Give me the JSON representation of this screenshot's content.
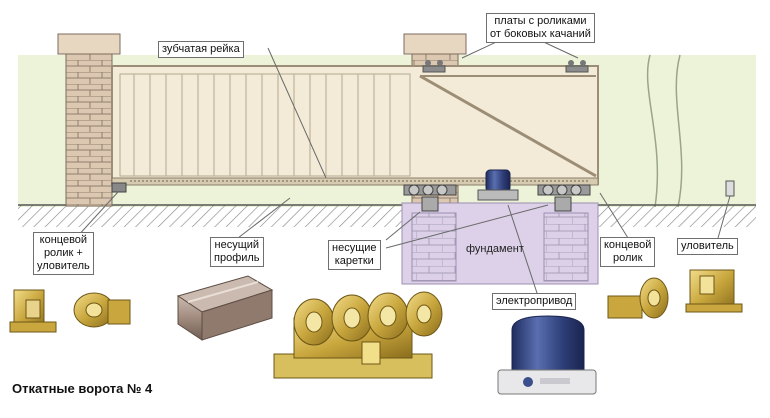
{
  "caption": "Откатные ворота № 4",
  "labels": {
    "plates": [
      "платы с роликами",
      "от боковых качаний"
    ],
    "rack": "зубчатая рейка",
    "end_roller_catcher": [
      "концевой",
      "ролик +",
      "уловитель"
    ],
    "bearing_profile": [
      "несущий",
      "профиль"
    ],
    "carriages": [
      "несущие",
      "каретки"
    ],
    "foundation": "фундамент",
    "end_roller": [
      "концевой",
      "ролик"
    ],
    "catcher": "уловитель",
    "drive": "электропривод"
  },
  "colors": {
    "background": "#ffffff",
    "lawn": "#edf3d8",
    "gate_frame": "#efe5cf",
    "brick": "#d8c3ac",
    "foundation": "#d9cfe6",
    "steel": "#a79488",
    "brass": "#c9a73e",
    "motor_blue": "#3b4f8c"
  }
}
